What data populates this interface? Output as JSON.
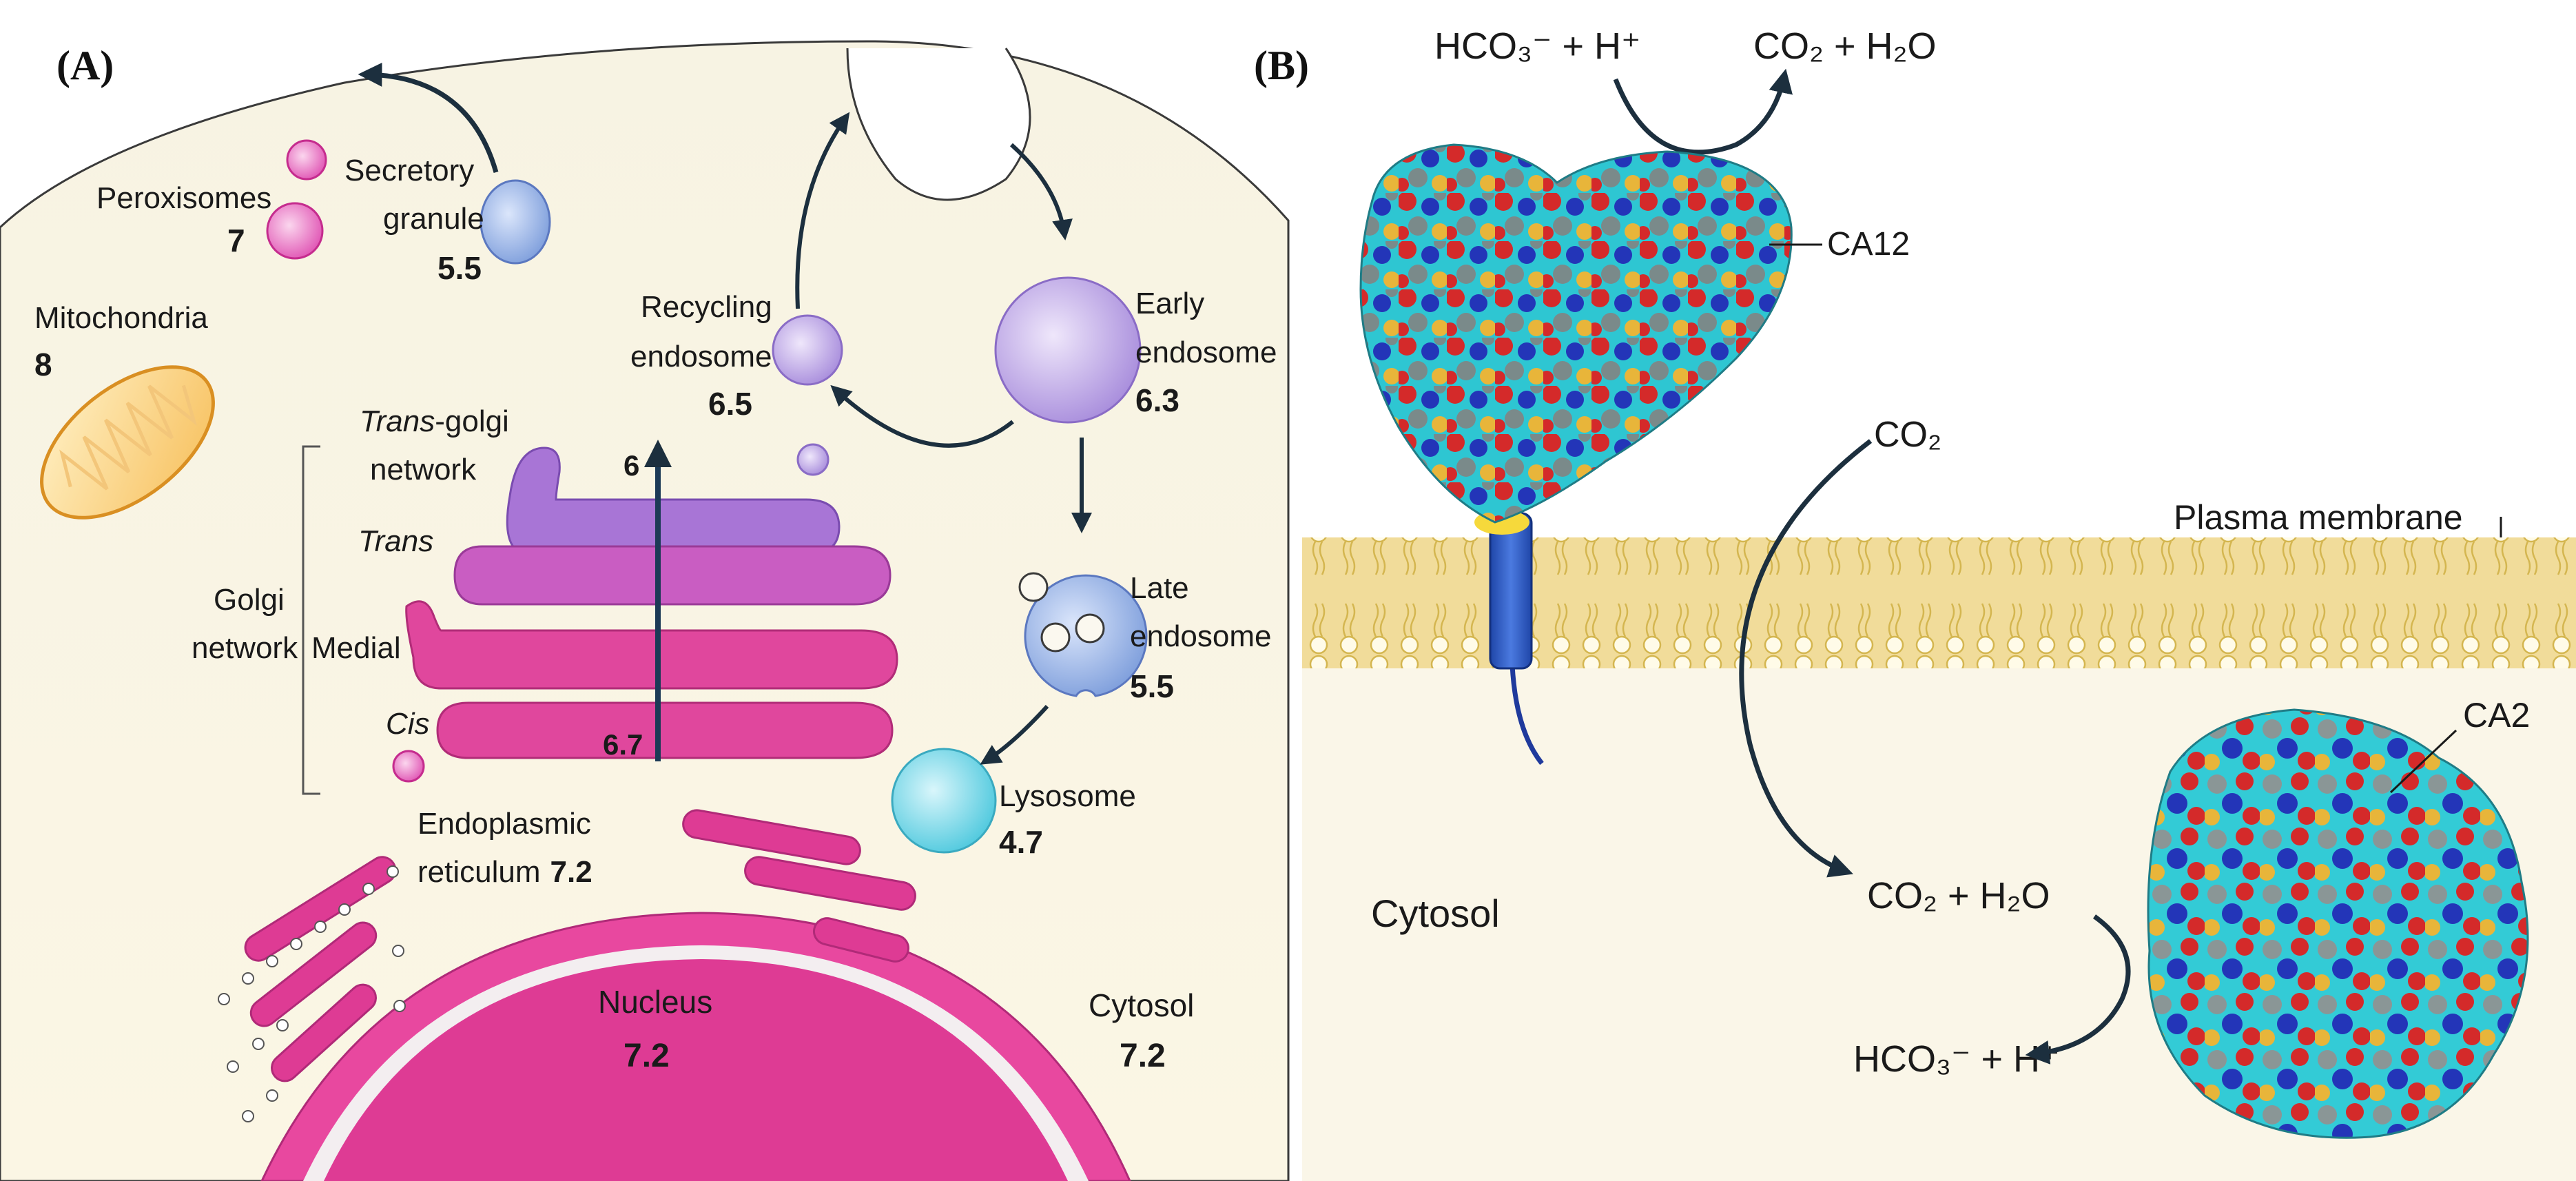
{
  "panel_a": {
    "tag": "(A)",
    "organelles": {
      "peroxisomes": {
        "label": "Peroxisomes",
        "ph": "7"
      },
      "secretory_granule": {
        "label_1": "Secretory",
        "label_2": "granule",
        "ph": "5.5"
      },
      "mitochondria": {
        "label": "Mitochondria",
        "ph": "8"
      },
      "recycling_endosome": {
        "label_1": "Recycling",
        "label_2": "endosome",
        "ph": "6.5"
      },
      "early_endosome": {
        "label_1": "Early",
        "label_2": "endosome",
        "ph": "6.3"
      },
      "late_endosome": {
        "label_1": "Late",
        "label_2": "endosome",
        "ph": "5.5"
      },
      "lysosome": {
        "label": "Lysosome",
        "ph": "4.7"
      },
      "nucleus": {
        "label": "Nucleus",
        "ph": "7.2"
      },
      "cytosol": {
        "label": "Cytosol",
        "ph": "7.2"
      },
      "er": {
        "label_1": "Endoplasmic",
        "label_2": "reticulum",
        "ph": "7.2"
      }
    },
    "golgi": {
      "group_label_1": "Golgi",
      "group_label_2": "network",
      "trans_golgi_italic": "Trans",
      "trans_golgi_rest": "-golgi",
      "trans_golgi_line2": "network",
      "trans": "Trans",
      "medial": "Medial",
      "cis": "Cis",
      "ph_top": "6",
      "ph_bottom": "6.7"
    }
  },
  "panel_b": {
    "tag": "(B)",
    "top_reaction": {
      "left": "HCO₃⁻ + H⁺",
      "right": "CO₂ + H₂O"
    },
    "ca12_label": "CA12",
    "co2_label": "CO₂",
    "membrane_label": "Plasma membrane",
    "cytosol_label": "Cytosol",
    "bottom_reaction": {
      "top": "CO₂ + H₂O",
      "bottom": "HCO₃⁻ + H⁺"
    },
    "ca2_label": "CA2"
  },
  "colors": {
    "cell_bg": "#f2eedc",
    "membrane": "#f1dc9a",
    "golgi_top": "#a875d6",
    "golgi_pink": "#e0479d",
    "er_pink": "#de3b94",
    "vesicle_purple": "#b69de6",
    "lysosome": "#6fd4e6",
    "ca_cyan": "#27c2cf"
  }
}
